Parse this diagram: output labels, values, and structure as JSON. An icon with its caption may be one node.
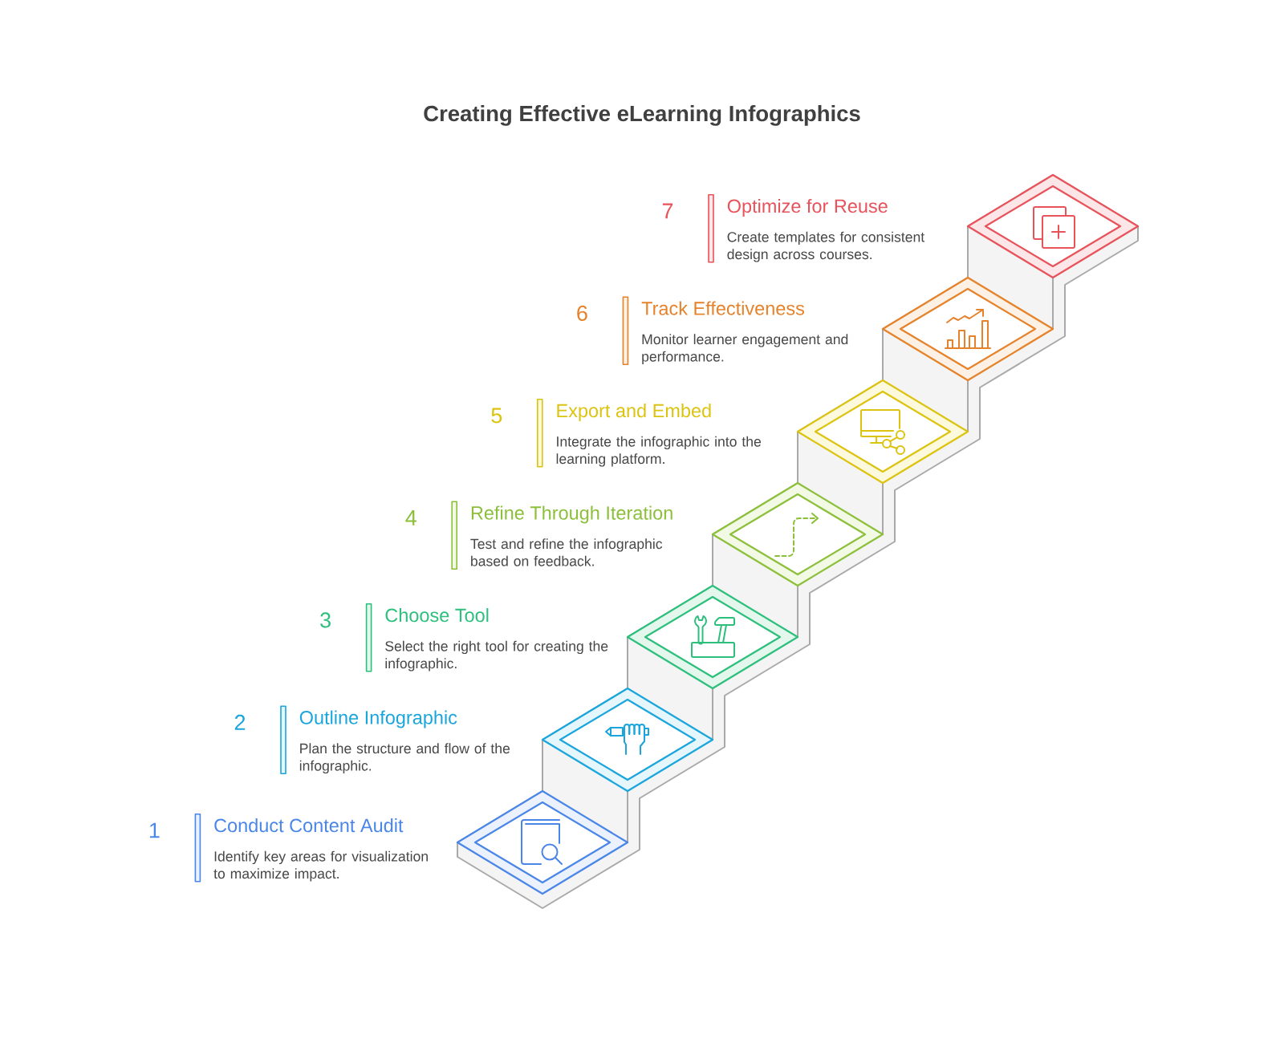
{
  "diagram": {
    "title": "Creating Effective eLearning Infographics",
    "nodes": [
      {
        "text": [
          "Conduct Content Audit",
          "Identify key areas for visualization to maximize impact."
        ],
        "beside": [
          "1"
        ]
      },
      {
        "text": [
          "Outline Infographic",
          "Plan the structure and flow of the infographic."
        ],
        "beside": [
          "2"
        ]
      },
      {
        "text": [
          "Choose Tool",
          "Select the right tool for creating the infographic."
        ],
        "beside": [
          "3"
        ]
      },
      {
        "text": [
          "Refine Through Iteration",
          "Test and refine the infographic based on feedback."
        ],
        "beside": [
          "4"
        ]
      },
      {
        "text": [
          "Export and Embed",
          "Integrate the infographic into the learning platform."
        ],
        "beside": [
          "5"
        ]
      },
      {
        "text": [
          "Track Effectiveness",
          "Monitor learner engagement and performance."
        ],
        "beside": [
          "6"
        ]
      },
      {
        "text": [
          "Optimize for Reuse",
          "Create templates for consistent design across courses."
        ],
        "beside": [
          "7"
        ]
      }
    ]
  }
}
